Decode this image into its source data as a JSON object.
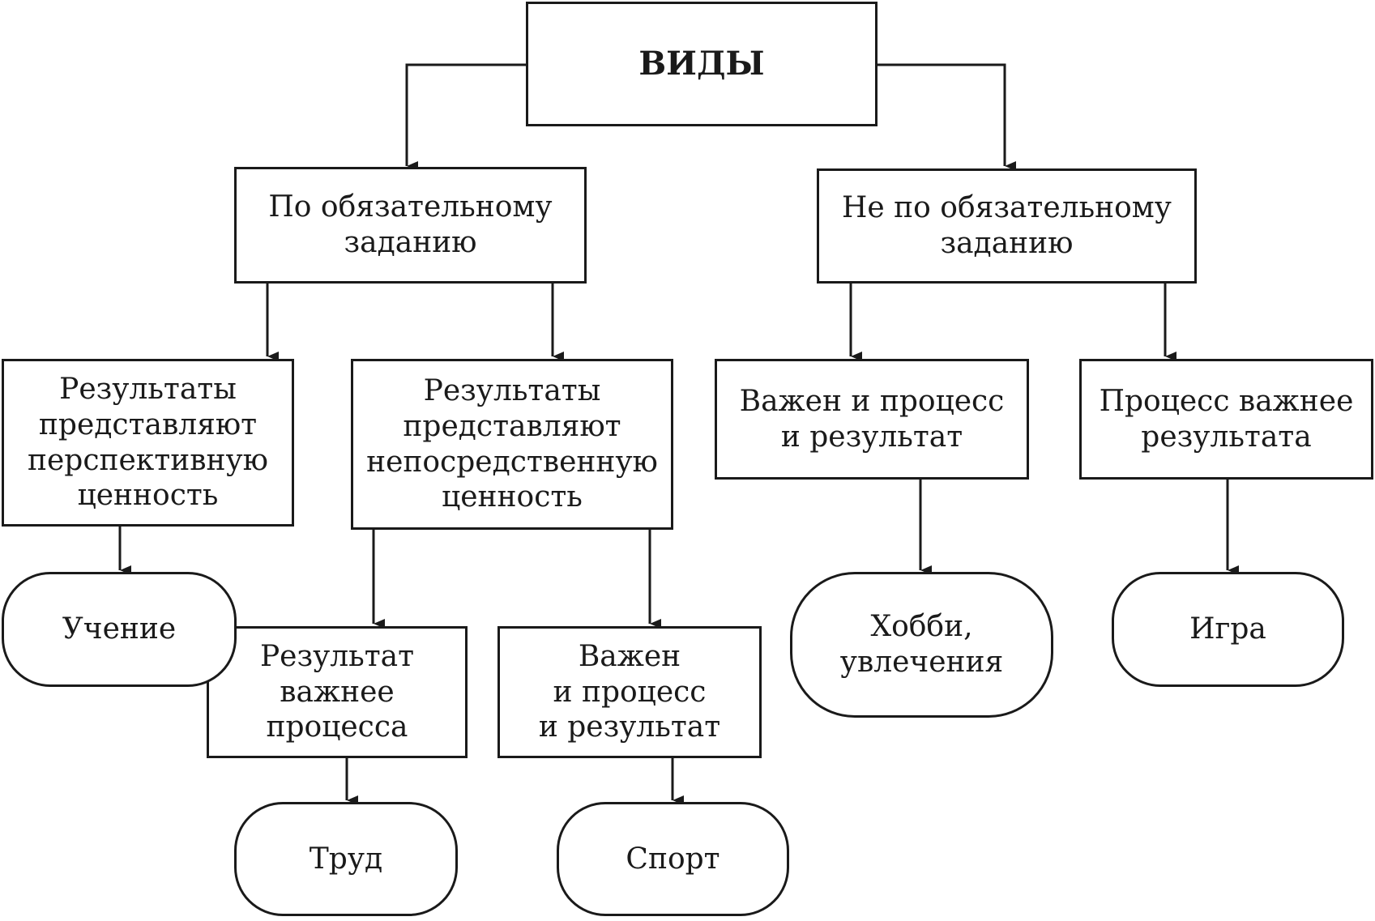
{
  "diagram": {
    "root": "ВИДЫ",
    "obligatory": "По обязательному\nзаданию",
    "non_obligatory": "Не по обязательному\nзаданию",
    "perspective_value": "Результаты\nпредставляют\nперспективную\nценность",
    "immediate_value": "Результаты\nпредставляют\nнепосредственную\nценность",
    "process_and_result_right": "Важен и процесс\nи результат",
    "process_more_important": "Процесс важнее\nрезультата",
    "learning": "Учение",
    "result_more_important": "Результат\nважнее\nпроцесса",
    "process_and_result_left": "Важен\nи процесс\nи результат",
    "hobby": "Хобби,\nувлечения",
    "game": "Игра",
    "labor": "Труд",
    "sport": "Спорт"
  },
  "colors": {
    "stroke": "#1a1a1a",
    "background": "#ffffff"
  }
}
